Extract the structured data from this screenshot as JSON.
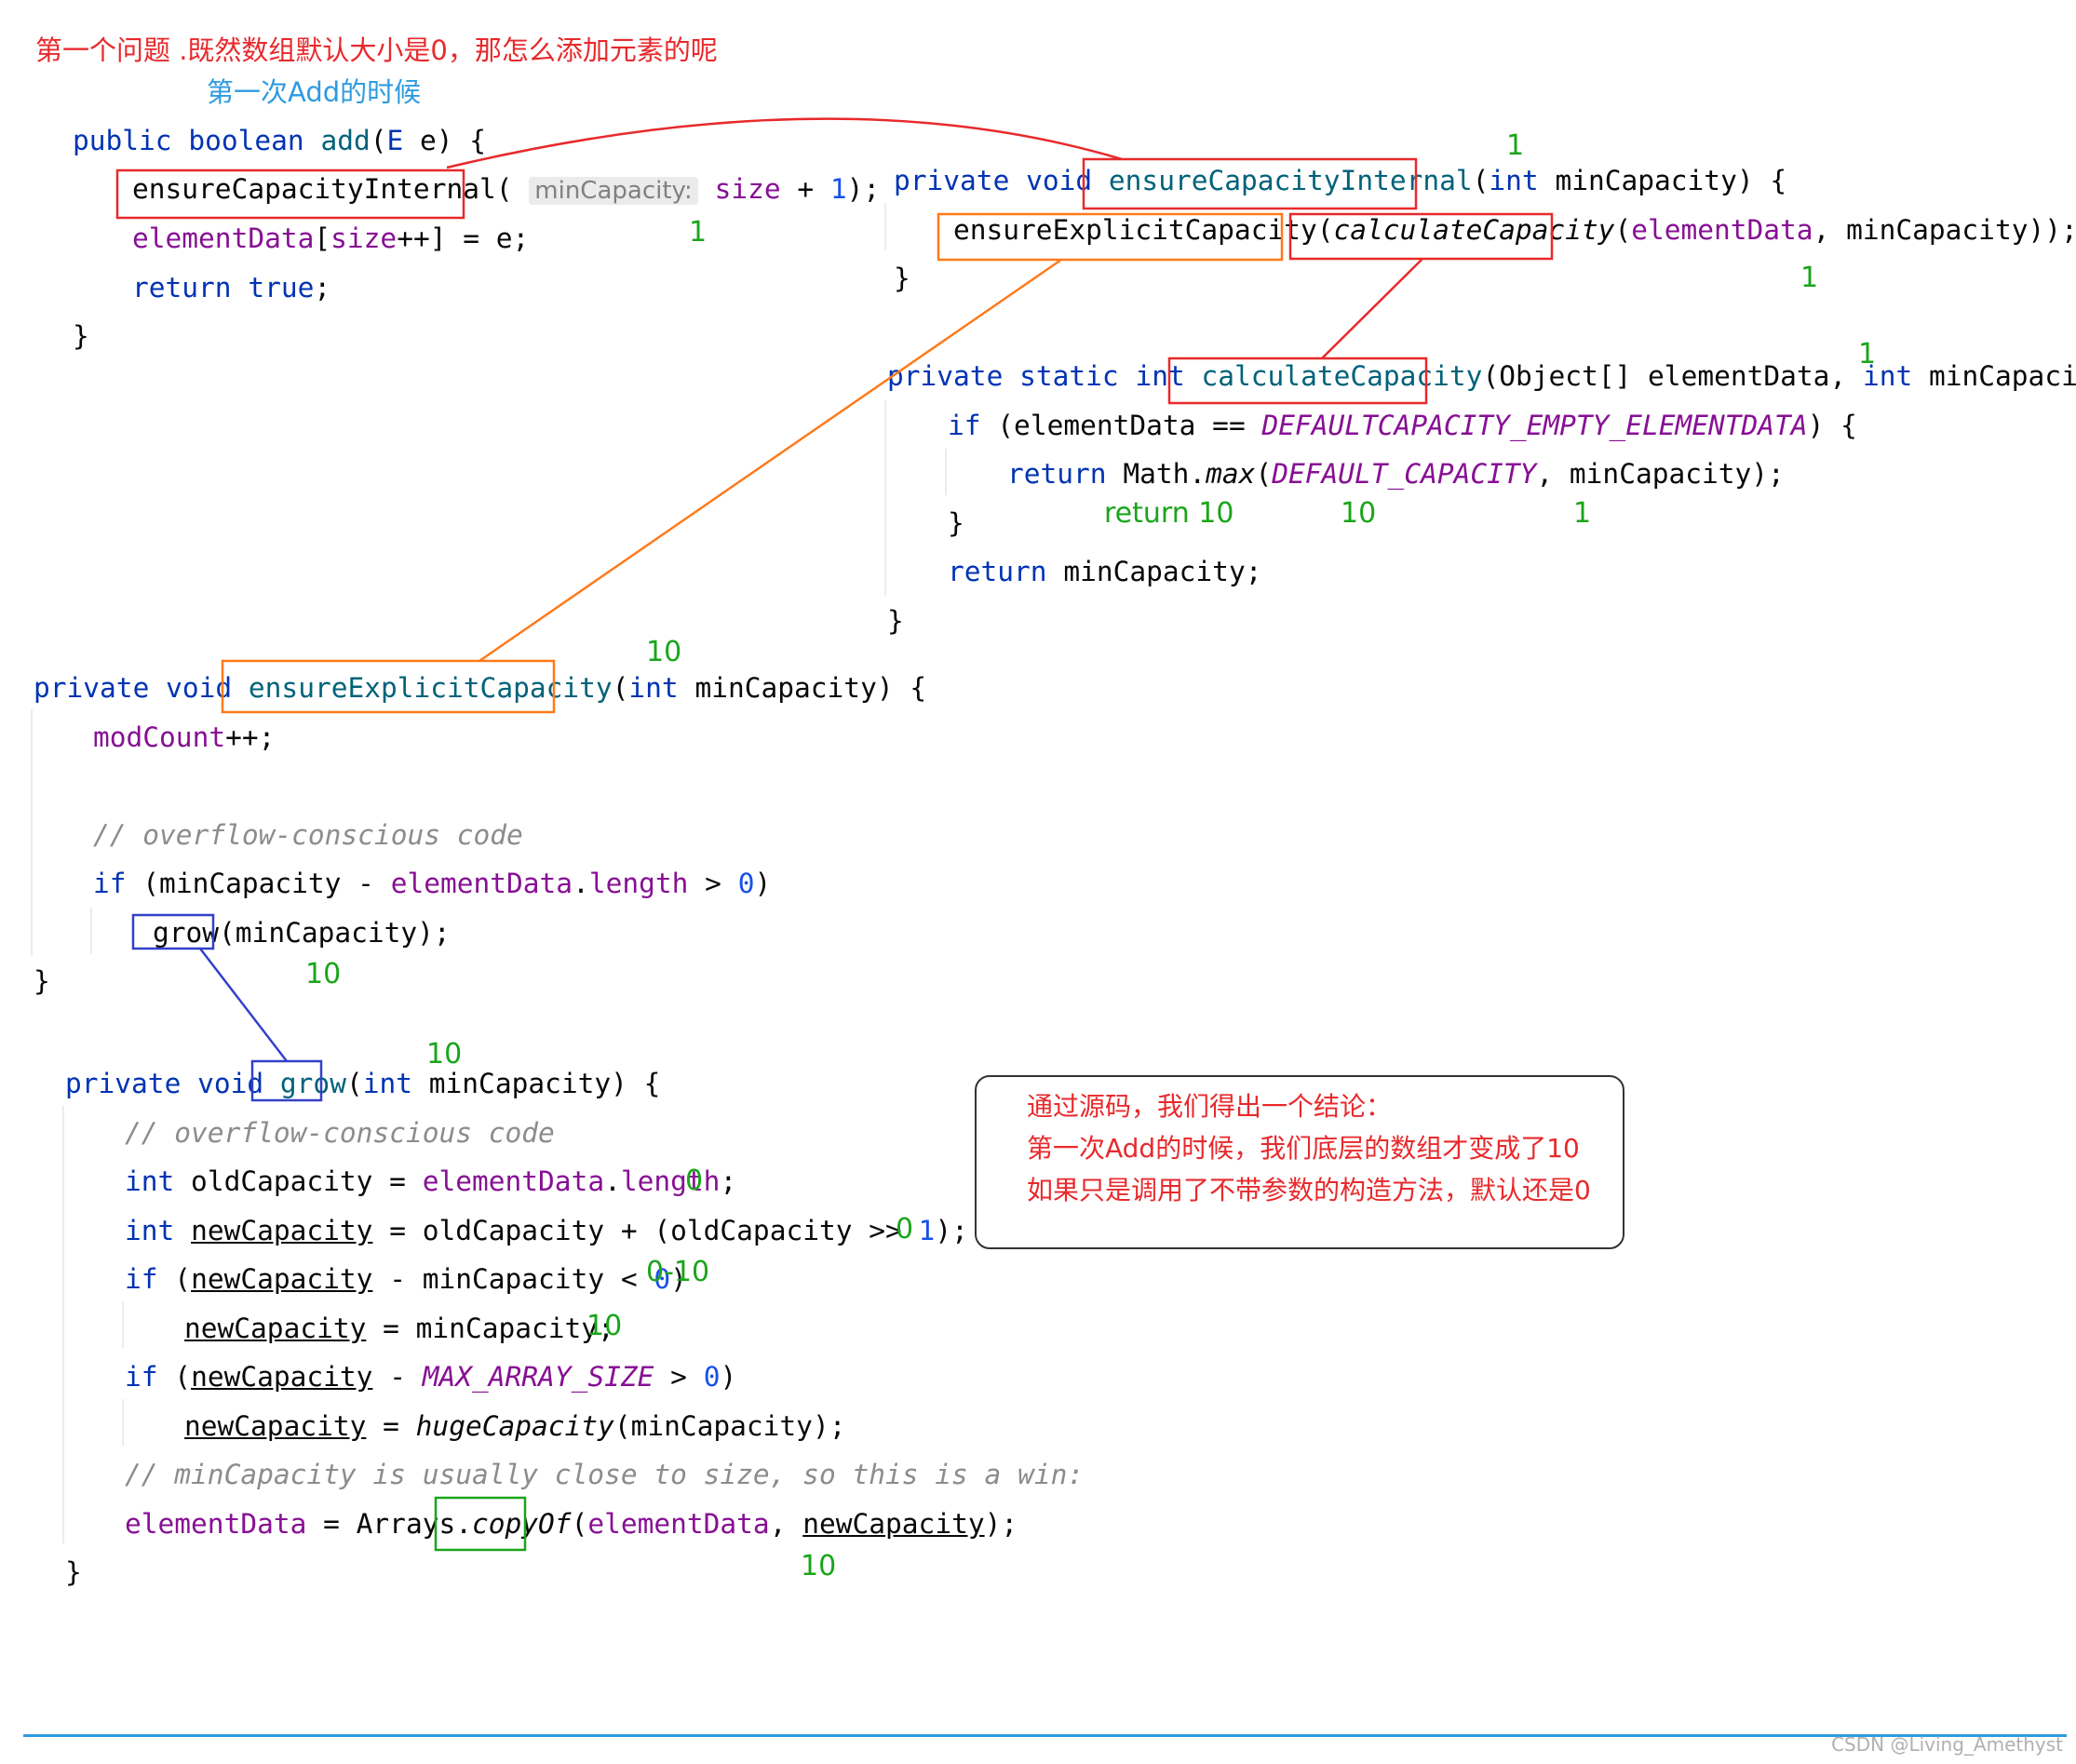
{
  "titles": {
    "question": "第一个问题 .既然数组默认大小是0，那怎么添加元素的呢",
    "first_add": "第一次Add的时候"
  },
  "code": {
    "add_method": {
      "l1": {
        "kw1": "public",
        "kw2": "boolean",
        "name": "add",
        "open": "(",
        "type": "E",
        "rest": " e) {"
      },
      "l2": {
        "call": "ensureCapacityInternal",
        "open": "(",
        "hint": "minCapacity:",
        "arg": "size",
        "plus": " + ",
        "one": "1",
        "close": ");"
      },
      "l3": {
        "field": "elementData",
        "br1": "[",
        "size": "size",
        "inc": "++] = e;"
      },
      "l4": {
        "kw": "return",
        "val": "true",
        "semi": ";"
      },
      "l5": "}"
    },
    "ensure_internal": {
      "l1": {
        "kw1": "private",
        "kw2": "void",
        "name": "ensureCapacityInternal",
        "open": "(",
        "kw3": "int",
        "rest": " minCapacity) {"
      },
      "l2": {
        "call": "ensureExplicitCapacity",
        "open": "(",
        "inner": "calculateCapacity",
        "open2": "(",
        "field": "elementData",
        "rest": ", minCapacity));"
      },
      "l3": "}"
    },
    "calculate": {
      "l1": {
        "kw1": "private",
        "kw2": "static",
        "kw3": "int",
        "name": "calculateCapacity",
        "rest1": "(Object[] elementData, ",
        "kw4": "int",
        "rest2": " minCapacity) {"
      },
      "l2": {
        "kw": "if",
        "p1": " (elementData == ",
        "const": "DEFAULTCAPACITY_EMPTY_ELEMENTDATA",
        "p2": ") {"
      },
      "l3": {
        "kw": "return",
        "p1": " Math.",
        "fn": "max",
        "p2": "(",
        "const": "DEFAULT_CAPACITY",
        "p3": ", minCapacity);"
      },
      "l4": "}",
      "l5": {
        "kw": "return",
        "rest": " minCapacity;"
      },
      "l6": "}"
    },
    "ensure_explicit": {
      "l1": {
        "kw1": "private",
        "kw2": "void",
        "name": "ensureExplicitCapacity",
        "open": "(",
        "kw3": "int",
        "rest": " minCapacity) {"
      },
      "l2": {
        "field": "modCount",
        "rest": "++;"
      },
      "l3": "// overflow-conscious code",
      "l4": {
        "kw": "if",
        "p1": " (minCapacity - ",
        "field": "elementData",
        "dot": ".",
        "len": "length",
        "p2": " > ",
        "zero": "0",
        "p3": ")"
      },
      "l5": {
        "call": "grow",
        "rest": "(minCapacity);"
      },
      "l6": "}"
    },
    "grow": {
      "l1": {
        "kw1": "private",
        "kw2": "void",
        "name": "grow",
        "open": "(",
        "kw3": "int",
        "rest": " minCapacity) {"
      },
      "l2": "// overflow-conscious code",
      "l3": {
        "kw": "int",
        "p1": " oldCapacity = ",
        "field": "elementData",
        "dot": ".",
        "len": "length",
        "semi": ";"
      },
      "l4": {
        "kw": "int",
        "sp": " ",
        "var": "newCapacity",
        "p1": " = oldCapacity + (oldCapacity >> ",
        "one": "1",
        "p2": ");"
      },
      "l5": {
        "kw": "if",
        "p1": " (",
        "var": "newCapacity",
        "p2": " - minCapacity < ",
        "zero": "0",
        "p3": ")"
      },
      "l6": {
        "var": "newCapacity",
        "rest": " = minCapacity;"
      },
      "l7": {
        "kw": "if",
        "p1": " (",
        "var": "newCapacity",
        "p2": " - ",
        "const": "MAX_ARRAY_SIZE",
        "p3": " > ",
        "zero": "0",
        "p4": ")"
      },
      "l8": {
        "var": "newCapacity",
        "p1": " = ",
        "fn": "hugeCapacity",
        "p2": "(minCapacity);"
      },
      "l9": "// minCapacity is usually close to size, so this is a win:",
      "l10": {
        "field": "elementData",
        "p1": " = Arrays.",
        "fn": "copyOf",
        "p2": "(",
        "field2": "elementData",
        "p3": ", ",
        "var": "newCapacity",
        "p4": ");"
      },
      "l11": "}"
    }
  },
  "annotations": {
    "a1": "1",
    "a2": "1",
    "a3": "1",
    "a4": "1",
    "a5": "return 10",
    "a6": "10",
    "a7": "1",
    "a8": "10",
    "a9": "10",
    "a10": "10",
    "a11": "0",
    "a12": "0",
    "a13": "0-10",
    "a14": "10",
    "a15": "10"
  },
  "conclusion": {
    "line1": "通过源码，我们得出一个结论：",
    "line2": "第一次Add的时候，我们底层的数组才变成了10",
    "line3": "如果只是调用了不带参数的构造方法，默认还是0"
  },
  "watermark": "CSDN @Living_Amethyst",
  "colors": {
    "red_box": "#e8292c",
    "orange_box": "#ff7a1a",
    "blue_box": "#3340c9",
    "green_box": "#1aa51a",
    "annotation_green": "#1aa51a",
    "keyword": "#0033b3",
    "field": "#871094",
    "comment": "#8c8c8c",
    "bottom_rule": "#2e9be0"
  }
}
